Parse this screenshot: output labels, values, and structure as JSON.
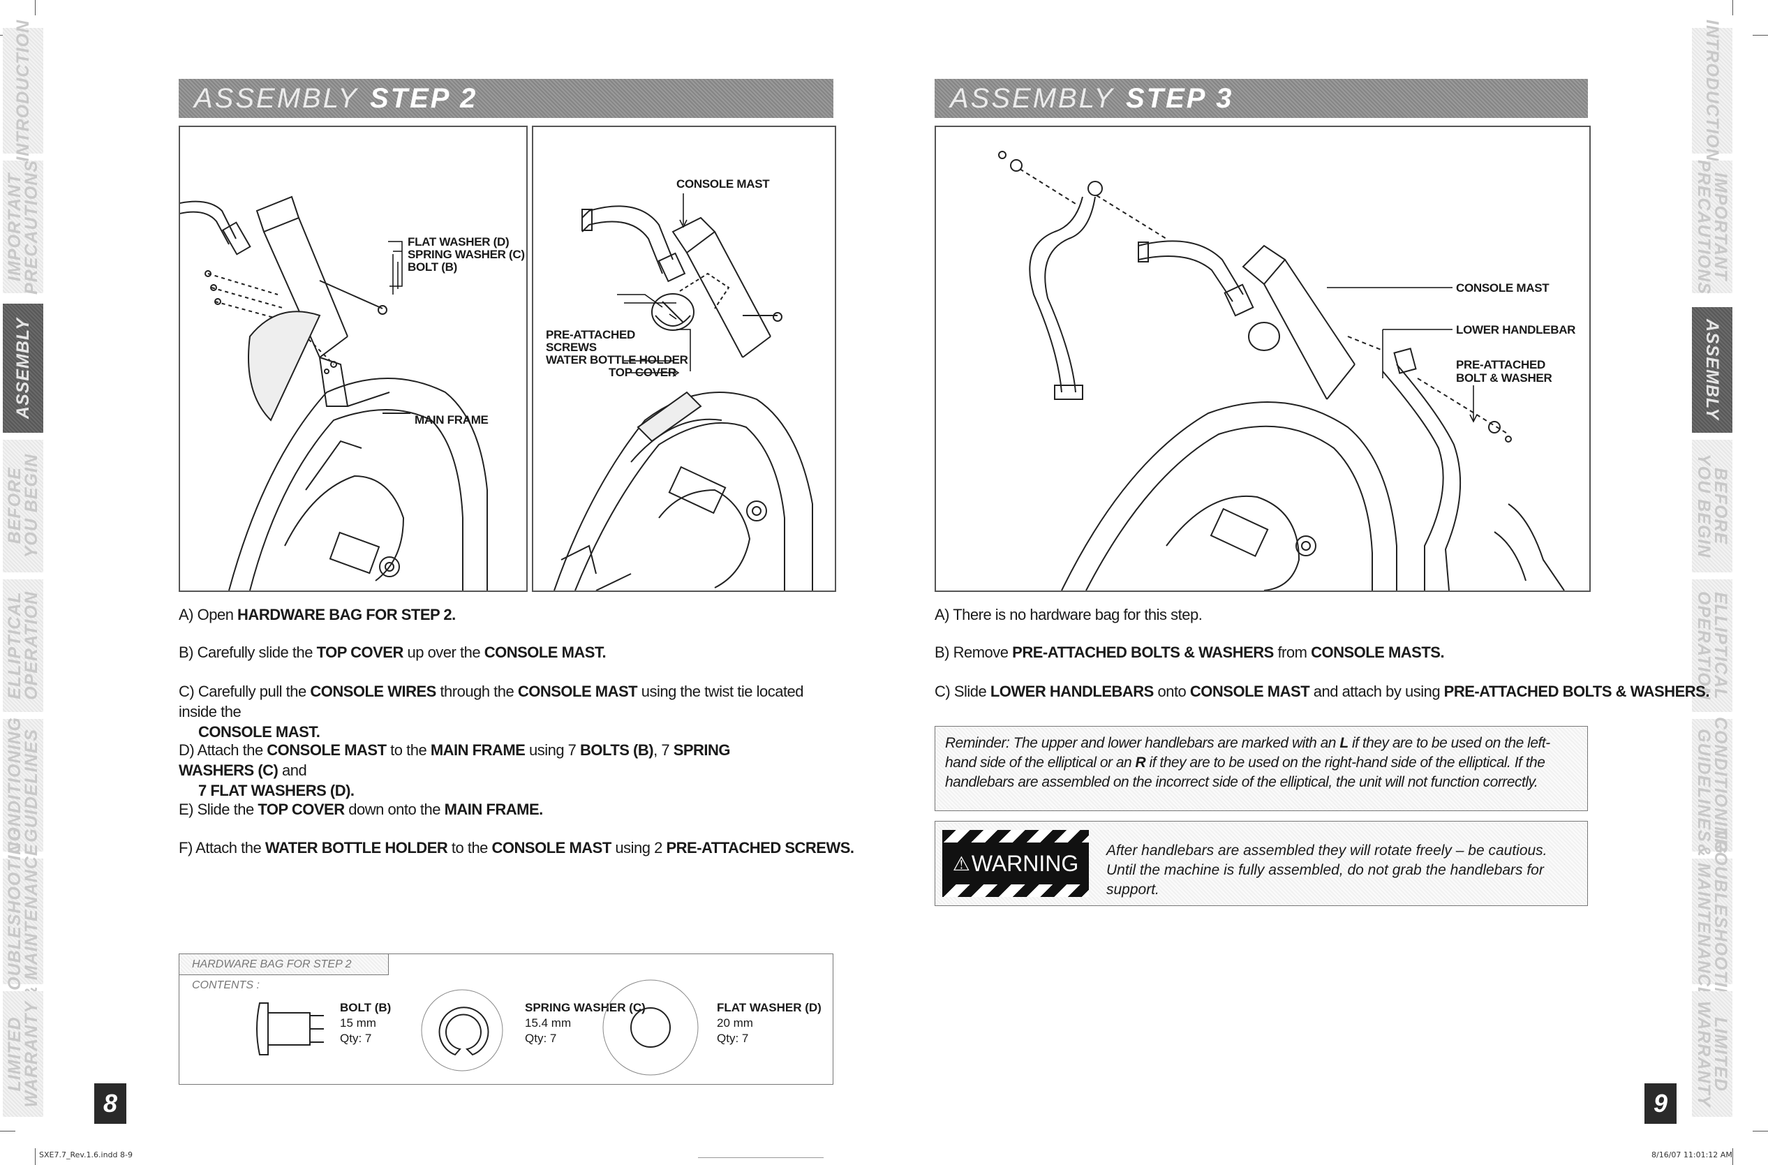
{
  "left_tabs": [
    "INTRODUCTION",
    "IMPORTANT\nPRECAUTIONS",
    "ASSEMBLY",
    "BEFORE\nYOU BEGIN",
    "ELLIPTICAL\nOPERATION",
    "CONDITIONING\nGUIDELINES",
    "TROUBLESHOOTING\n& MAINTENANCE",
    "LIMITED\nWARRANTY"
  ],
  "right_tabs": [
    "INTRODUCTION",
    "IMPORTANT\nPRECAUTIONS",
    "ASSEMBLY",
    "BEFORE\nYOU BEGIN",
    "ELLIPTICAL\nOPERATION",
    "CONDITIONING\nGUIDELINES",
    "TROUBLESHOOTING\n& MAINTENANCE",
    "LIMITED\nWARRANTY"
  ],
  "step2": {
    "header_thin": "ASSEMBLY",
    "header_bold": "STEP 2",
    "fig_left_labels": {
      "flat_washer": "FLAT WASHER (D)",
      "spring_washer": "SPRING WASHER (C)",
      "bolt": "BOLT (B)",
      "main_frame": "MAIN FRAME"
    },
    "fig_right_labels": {
      "console_mast": "CONSOLE MAST",
      "pre_attached": "PRE-ATTACHED",
      "screws": "SCREWS",
      "water_bottle_holder": "WATER BOTTLE HOLDER",
      "top_cover": "TOP COVER"
    },
    "instructions": {
      "a": {
        "p": "A) Open ",
        "b1": "HARDWARE BAG FOR STEP 2."
      },
      "b": {
        "p": "B) Carefully slide the ",
        "b1": "TOP COVER",
        "m1": " up over the ",
        "b2": "CONSOLE MAST."
      },
      "c": {
        "p": "C) Carefully pull the ",
        "b1": "CONSOLE WIRES",
        "m1": " through the ",
        "b2": "CONSOLE MAST",
        "m2": " using the twist tie located inside the",
        "b3": "CONSOLE MAST."
      },
      "d": {
        "p": "D) Attach the ",
        "b1": "CONSOLE MAST",
        "m1": " to the ",
        "b2": "MAIN FRAME",
        "m2": " using 7 ",
        "b3": "BOLTS (B)",
        "m3": ", 7 ",
        "b4": "SPRING WASHERS (C)",
        "m4": " and",
        "b5": "7 FLAT WASHERS (D)."
      },
      "e": {
        "p": "E) Slide the ",
        "b1": "TOP COVER",
        "m1": " down onto the ",
        "b2": "MAIN FRAME."
      },
      "f": {
        "p": "F) Attach the ",
        "b1": "WATER BOTTLE HOLDER",
        "m1": " to the ",
        "b2": "CONSOLE MAST",
        "m2": " using 2 ",
        "b3": "PRE-ATTACHED SCREWS."
      }
    },
    "hardware": {
      "title": "HARDWARE BAG FOR STEP 2 CONTENTS :",
      "items": [
        {
          "name": "BOLT (B)",
          "size": "15 mm",
          "qty": "Qty: 7"
        },
        {
          "name": "SPRING WASHER (C)",
          "size": "15.4 mm",
          "qty": "Qty: 7"
        },
        {
          "name": "FLAT WASHER (D)",
          "size": "20 mm",
          "qty": "Qty: 7"
        }
      ]
    }
  },
  "step3": {
    "header_thin": "ASSEMBLY",
    "header_bold": "STEP 3",
    "fig_labels": {
      "console_mast": "CONSOLE MAST",
      "lower_handlebar": "LOWER HANDLEBAR",
      "pre_attached": "PRE-ATTACHED",
      "bolt_washer": "BOLT & WASHER"
    },
    "instructions": {
      "a": {
        "p": "A) There is no hardware bag for this step."
      },
      "b": {
        "p": "B) Remove ",
        "b1": "PRE-ATTACHED BOLTS & WASHERS",
        "m1": " from ",
        "b2": "CONSOLE MASTS."
      },
      "c": {
        "p": "C) Slide ",
        "b1": "LOWER HANDLEBARS",
        "m1": " onto ",
        "b2": "CONSOLE MAST",
        "m2": " and attach by using ",
        "b3": "PRE-ATTACHED BOLTS & WASHERS."
      }
    },
    "reminder": {
      "p1": "Reminder: The upper and lower handlebars are marked with an ",
      "b1": "L",
      "p2": " if they are to be used on the left-hand side of the elliptical or an ",
      "b2": "R",
      "p3": " if they are to be used on the right-hand side of the elliptical. If the handlebars are assembled on the incorrect side of the elliptical, the unit will not function correctly."
    },
    "warning": {
      "badge": "WARNING",
      "text": "After handlebars are assembled they will rotate freely – be cautious. Until the machine is fully assembled, do not grab the handlebars for support."
    }
  },
  "page_numbers": {
    "left": "8",
    "right": "9"
  },
  "footer": {
    "file": "SXE7.7_Rev.1.6.indd   8-9",
    "timestamp": "8/16/07   11:01:12 AM"
  }
}
